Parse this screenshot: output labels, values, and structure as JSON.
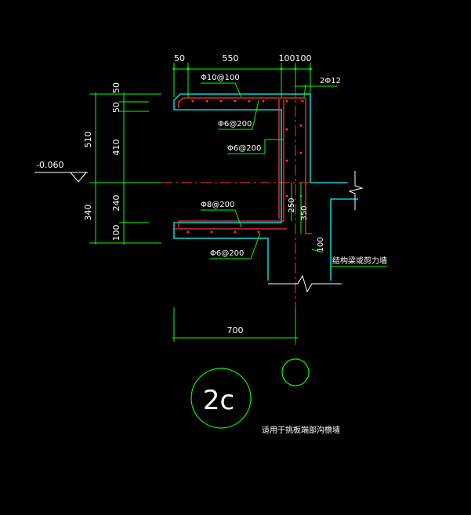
{
  "colors": {
    "background": "#000000",
    "dimension": "#00ff00",
    "concrete_outline": "#00ffff",
    "rebar": "#ff3333",
    "centerline": "#ff3333",
    "text": "#ffffff"
  },
  "top_dimensions": [
    "50",
    "550",
    "100",
    "100"
  ],
  "left_dimensions": {
    "outer": [
      "510",
      "340"
    ],
    "inner": [
      "50",
      "50",
      "410",
      "240",
      "100"
    ]
  },
  "elevation_label": "-0.060",
  "rebar_labels": {
    "top_slab_longitudinal": "Φ10@100",
    "top_corner_bars": "2Φ12",
    "top_slab_distribution": "Φ6@200",
    "wall_distribution": "Φ6@200",
    "bottom_slab_main": "Φ8@200",
    "bottom_slab_distribution": "Φ6@200"
  },
  "inner_dimensions": {
    "wall_height_a": "250",
    "wall_height_b": "350",
    "projection": "100"
  },
  "right_note": "结构梁或剪力墙",
  "bottom_dimension": "700",
  "axis_bubble_label": "",
  "detail_number": "2c",
  "caption": "适用于挑板端部沟檐墙"
}
